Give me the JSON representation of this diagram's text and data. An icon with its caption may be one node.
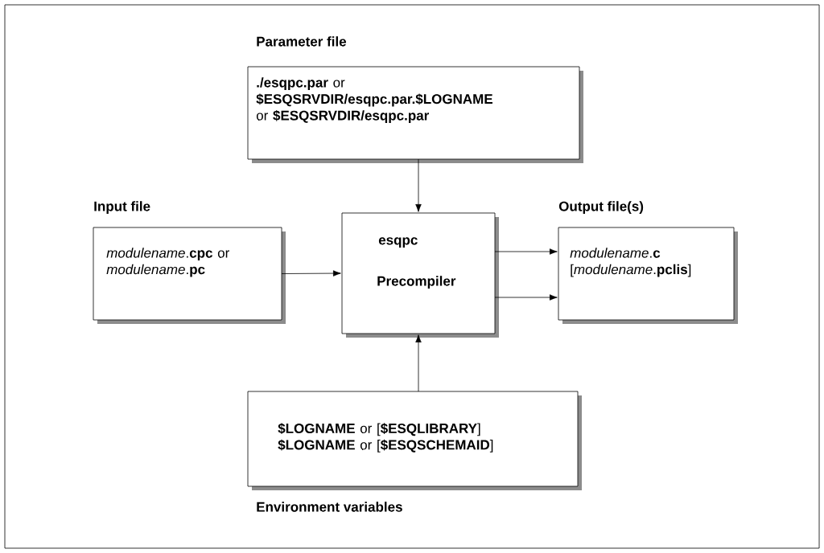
{
  "diagram": {
    "nodes": [
      {
        "text": [
          "Parameter file",
          "**./esqpc.par** or **$ESQSRVDIR/esqpc.par.$LOGNAME** or **$ESQSRVDIR/esqpc.par**"
        ]
      },
      {
        "text": [
          "Input file",
          "*modulename*.**cpc** or *modulename*.**pc**"
        ]
      },
      {
        "text": [
          "esqpc",
          "Precompiler"
        ]
      },
      {
        "text": [
          "Output file(s)",
          "*modulename*.**c** [*modulename*.**pclis**]"
        ]
      },
      {
        "text": [
          "**$LOGNAME** or [**$ESQLIBRARY**] **$LOGNAME** or [**$ESQSCHEMAID**]",
          "Environment variables"
        ]
      }
    ],
    "edges": [
      {
        "from": 0,
        "to": 2,
        "arrow": "to"
      },
      {
        "from": 1,
        "to": 2,
        "arrow": "to"
      },
      {
        "from": 2,
        "to": 3,
        "arrow": "to"
      },
      {
        "from": 2,
        "to": 3,
        "arrow": "to"
      },
      {
        "from": 4,
        "to": 2,
        "arrow": "to"
      }
    ]
  }
}
